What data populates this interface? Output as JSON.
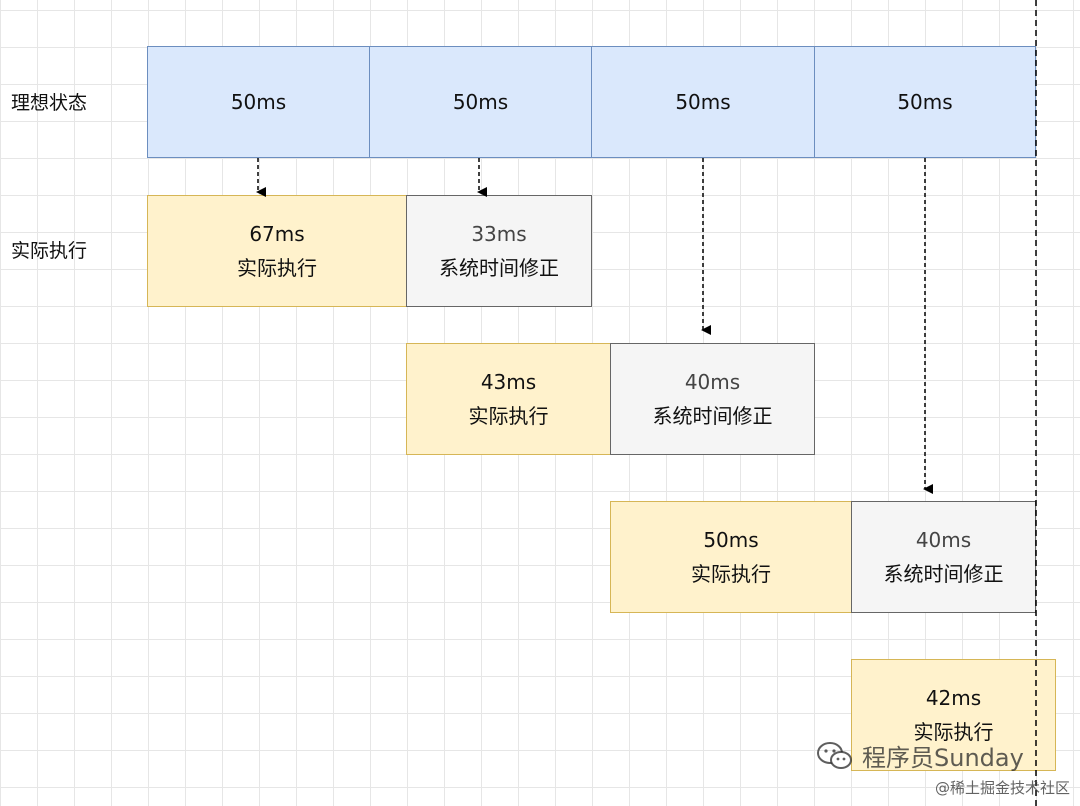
{
  "row_labels": {
    "ideal": "理想状态",
    "actual": "实际执行"
  },
  "ideal_row": [
    {
      "value": "50ms"
    },
    {
      "value": "50ms"
    },
    {
      "value": "50ms"
    },
    {
      "value": "50ms"
    }
  ],
  "steps": [
    {
      "exec": {
        "value": "67ms",
        "label": "实际执行"
      },
      "correction": {
        "value": "33ms",
        "label": "系统时间修正"
      }
    },
    {
      "exec": {
        "value": "43ms",
        "label": "实际执行"
      },
      "correction": {
        "value": "40ms",
        "label": "系统时间修正"
      }
    },
    {
      "exec": {
        "value": "50ms",
        "label": "实际执行"
      },
      "correction": {
        "value": "40ms",
        "label": "系统时间修正"
      }
    },
    {
      "exec": {
        "value": "42ms",
        "label": "实际执行"
      }
    }
  ],
  "watermark": {
    "account": "程序员Sunday",
    "site": "@稀土掘金技术社区"
  },
  "colors": {
    "ideal_fill": "#dae8fc",
    "ideal_stroke": "#6c8ebf",
    "exec_fill": "#fff2cc",
    "exec_stroke": "#d6b656",
    "correction_fill": "#f5f5f5",
    "correction_stroke": "#666666"
  }
}
